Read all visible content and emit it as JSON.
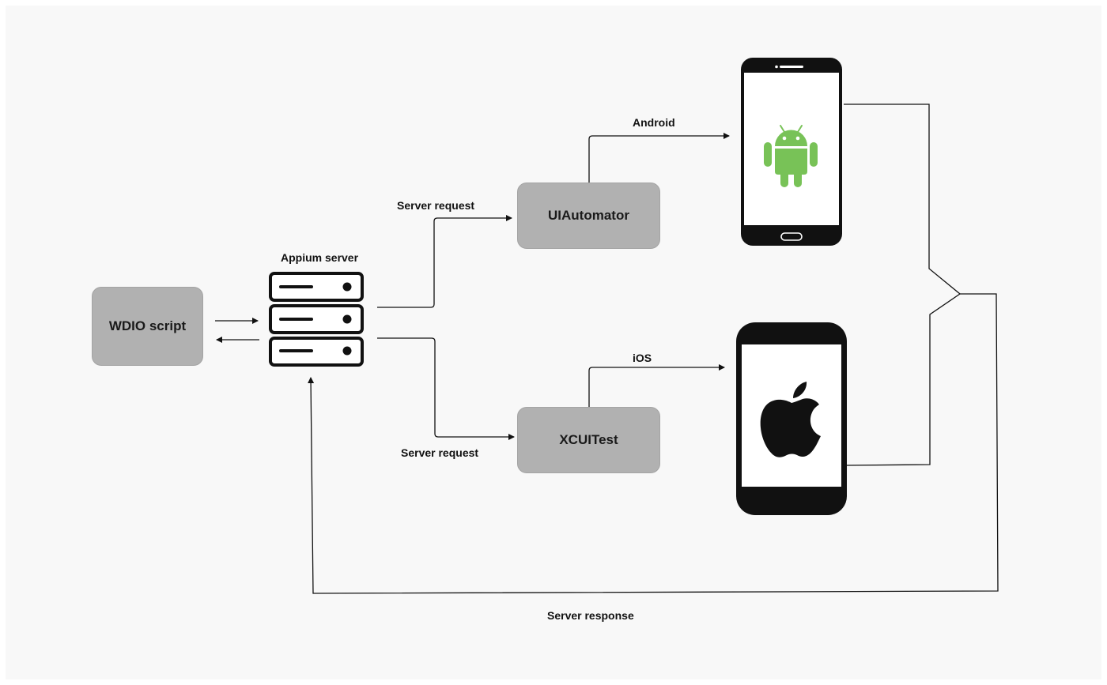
{
  "nodes": {
    "wdio": "WDIO script",
    "uiautomator": "UIAutomator",
    "xcuitest": "XCUITest"
  },
  "labels": {
    "appium_server": "Appium server",
    "server_request_top": "Server request",
    "server_request_bottom": "Server request",
    "android": "Android",
    "ios": "iOS",
    "server_response": "Server response"
  },
  "icons": {
    "server": "server-stack-icon",
    "android_phone": "android-phone-icon",
    "android_logo": "android-logo-icon",
    "iphone": "iphone-icon",
    "apple_logo": "apple-logo-icon"
  },
  "colors": {
    "node_fill": "#b1b1b1",
    "android_green": "#78c257",
    "background": "#f8f8f8"
  }
}
